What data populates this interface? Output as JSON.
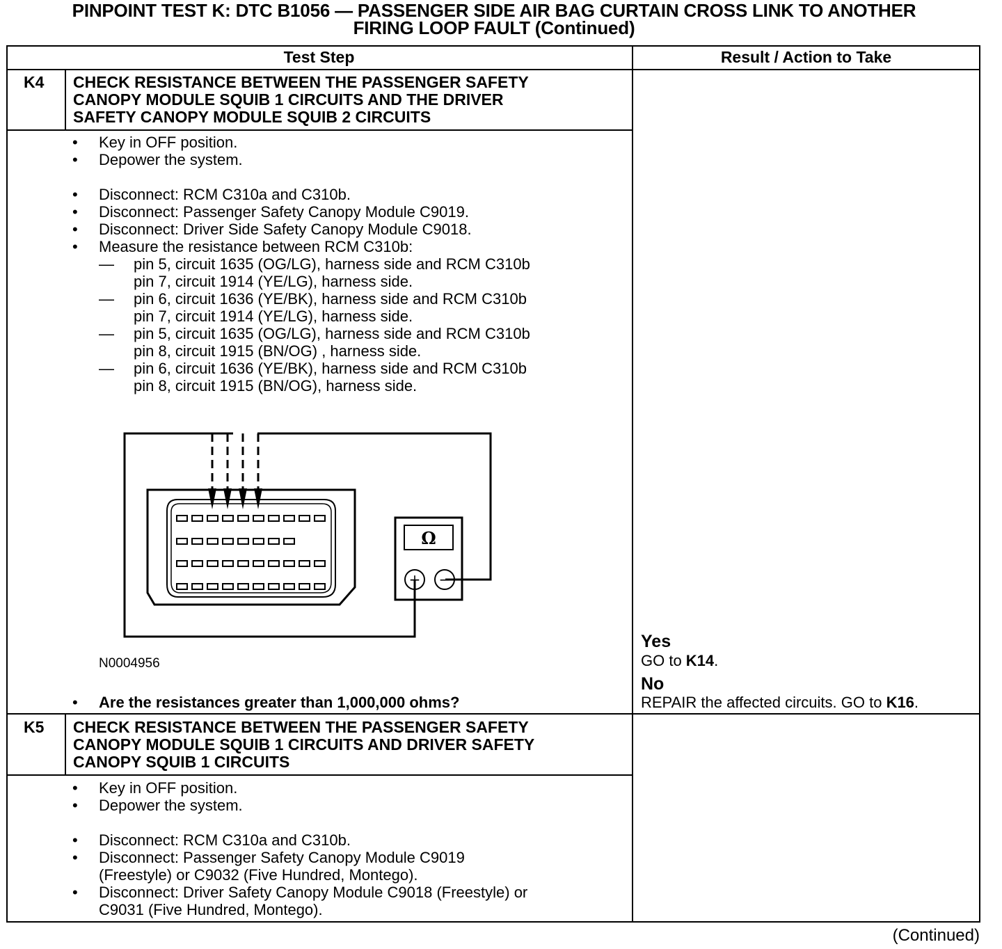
{
  "header": {
    "title_line1": "PINPOINT TEST  K: DTC B1056 — PASSENGER SIDE AIR BAG CURTAIN CROSS LINK TO ANOTHER",
    "title_line2": "FIRING LOOP FAULT (Continued)"
  },
  "table": {
    "col_test_step": "Test Step",
    "col_result": "Result / Action to Take"
  },
  "k4": {
    "id": "K4",
    "heading_lines": [
      "CHECK RESISTANCE BETWEEN THE PASSENGER SAFETY",
      "CANOPY MODULE SQUIB 1 CIRCUITS AND THE DRIVER",
      "SAFETY CANOPY MODULE SQUIB 2 CIRCUITS"
    ],
    "steps": [
      "Key in OFF position.",
      "Depower the system.",
      "Disconnect: RCM C310a and C310b.",
      "Disconnect: Passenger Safety Canopy Module C9019.",
      "Disconnect: Driver Side Safety Canopy Module C9018.",
      "Measure the resistance between RCM C310b:"
    ],
    "sub_steps": [
      "pin 5, circuit 1635 (OG/LG), harness side and RCM C310b",
      "pin 7, circuit 1914 (YE/LG), harness side.",
      "pin 6, circuit 1636 (YE/BK), harness side and RCM C310b",
      "pin 7, circuit 1914 (YE/LG), harness side.",
      "pin 5, circuit 1635 (OG/LG), harness side and RCM C310b",
      "pin 8, circuit 1915 (BN/OG) , harness side.",
      "pin 6, circuit 1636 (YE/BK), harness side and RCM C310b",
      "pin 8, circuit 1915 (BN/OG), harness side."
    ],
    "dash_glyph": "—",
    "bullet_glyph": "•",
    "figure_id": "N0004956",
    "meter_symbol": "Ω",
    "plus": "+",
    "minus": "−",
    "question": "Are the resistances greater than 1,000,000 ohms?",
    "yes_label": "Yes",
    "yes_prefix": "GO to ",
    "yes_target": "K14",
    "yes_suffix": ".",
    "no_label": "No",
    "no_prefix": "REPAIR the affected circuits. GO to ",
    "no_target": "K16",
    "no_suffix": "."
  },
  "k5": {
    "id": "K5",
    "heading_lines": [
      "CHECK RESISTANCE BETWEEN THE PASSENGER SAFETY",
      "CANOPY MODULE SQUIB 1 CIRCUITS AND DRIVER SAFETY",
      "CANOPY SQUIB 1 CIRCUITS"
    ],
    "steps": [
      "Key in OFF position.",
      "Depower the system.",
      "Disconnect: RCM C310a and C310b.",
      "Disconnect: Passenger Safety Canopy Module C9019",
      "(Freestyle) or C9032 (Five Hundred, Montego).",
      "Disconnect: Driver Safety Canopy Module C9018 (Freestyle) or",
      "C9031 (Five Hundred, Montego)."
    ]
  },
  "footer": {
    "continued": "(Continued)"
  }
}
